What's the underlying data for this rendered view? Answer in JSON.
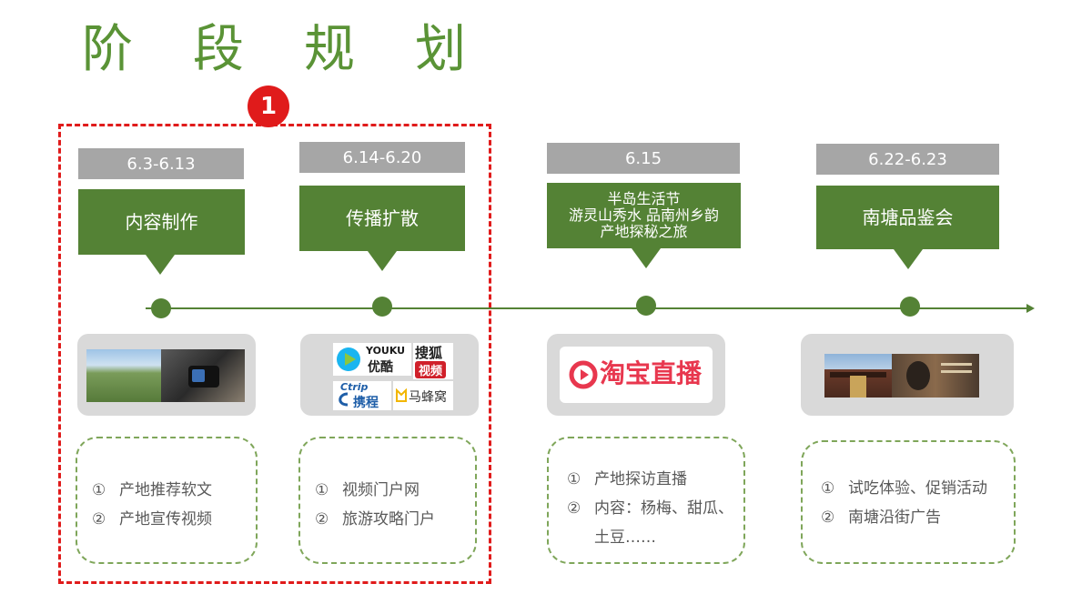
{
  "title": "阶段规划",
  "title_chars": [
    "阶",
    "段",
    "规",
    "划"
  ],
  "badge": "1",
  "colors": {
    "title": "#5a9336",
    "stage_fill": "#548235",
    "date_fill": "#a6a6a6",
    "highlight": "#e01b1b"
  },
  "stages": [
    {
      "date": "6.3-6.13",
      "title_lines": [
        "内容制作"
      ],
      "media": "landscape-and-camera-photos",
      "items": [
        {
          "num": "①",
          "text": "产地推荐软文"
        },
        {
          "num": "②",
          "text": "产地宣传视频"
        }
      ]
    },
    {
      "date": "6.14-6.20",
      "title_lines": [
        "传播扩散"
      ],
      "media": "platform-logos",
      "logos": {
        "youku_top": "YOUKU",
        "youku_cn": "优酷",
        "sohu_top": "搜狐",
        "sohu_bottom": "视频",
        "ctrip_top": "Ctrip",
        "ctrip_cn": "携程",
        "mafengwo": "马蜂窝"
      },
      "items": [
        {
          "num": "①",
          "text": "视频门户网"
        },
        {
          "num": "②",
          "text": "旅游攻略门户"
        }
      ]
    },
    {
      "date": "6.15",
      "title_lines": [
        "半岛生活节",
        "游灵山秀水 品南州乡韵",
        "产地探秘之旅"
      ],
      "media": "taobao-live-logo",
      "logo_text": "淘宝直播",
      "items": [
        {
          "num": "①",
          "text": "产地探访直播"
        },
        {
          "num": "②",
          "text": "内容：杨梅、甜瓜、"
        },
        {
          "num": "",
          "text": "土豆……"
        }
      ]
    },
    {
      "date": "6.22-6.23",
      "title_lines": [
        "南塘品鉴会"
      ],
      "media": "nantang-street-photos",
      "items": [
        {
          "num": "①",
          "text": "试吃体验、促销活动"
        },
        {
          "num": "②",
          "text": "南塘沿街广告"
        }
      ]
    }
  ]
}
